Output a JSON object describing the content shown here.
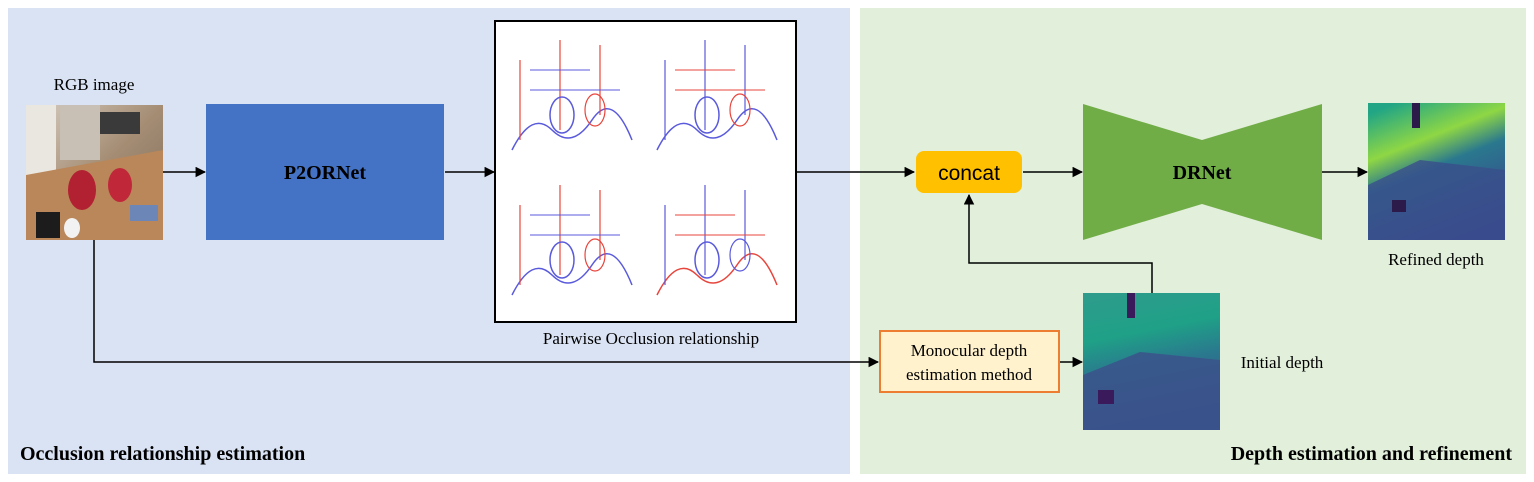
{
  "panels": {
    "left_title": "Occlusion relationship estimation",
    "right_title": "Depth estimation and refinement"
  },
  "labels": {
    "rgb_image": "RGB image",
    "p2ornet": "P2ORNet",
    "pairwise": "Pairwise Occlusion relationship",
    "concat": "concat",
    "drnet": "DRNet",
    "refined_depth": "Refined depth",
    "initial_depth": "Initial depth",
    "mono_line1": "Monocular depth",
    "mono_line2": "estimation method"
  },
  "colors": {
    "left_panel": "#dae3f3",
    "right_panel": "#e2efda",
    "p2ornet": "#4472c4",
    "drnet": "#70ad47",
    "concat": "#ffc000",
    "mono_fill": "#fff2cc",
    "mono_border": "#ed7d31",
    "depth_dark": "#3b3f8f",
    "depth_mid": "#20a486",
    "depth_light": "#b5de2b",
    "occ_red": "#e8453c",
    "occ_blue": "#5a5adc"
  }
}
